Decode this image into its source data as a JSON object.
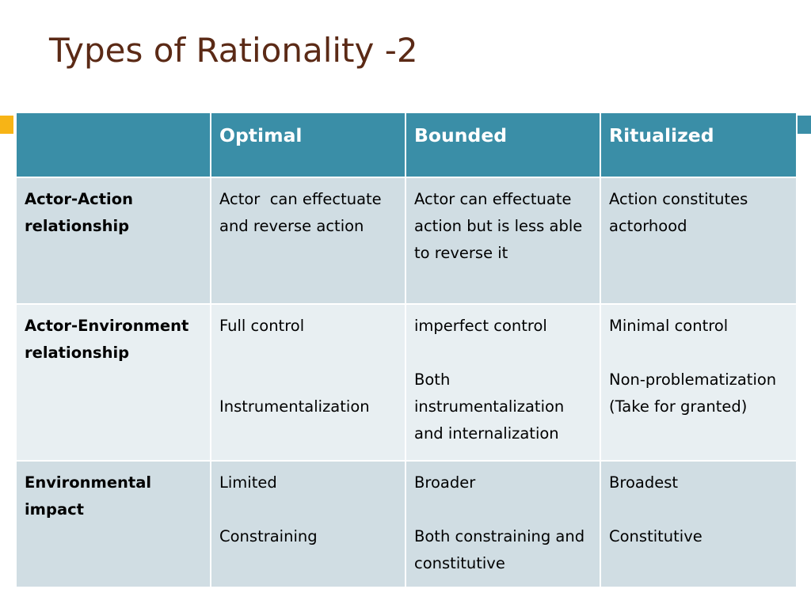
{
  "slide": {
    "title": "Types of Rationality -2"
  },
  "table": {
    "header": {
      "corner": "",
      "optimal": "Optimal",
      "bounded": "Bounded",
      "ritualized": "Ritualized"
    },
    "rows": [
      {
        "label": "Actor-Action relationship",
        "optimal": "Actor  can effectuate and reverse action",
        "bounded": "Actor can effectuate action but is less able to reverse it",
        "ritualized": "Action constitutes actorhood"
      },
      {
        "label": "Actor-Environment relationship",
        "optimal": [
          "Full control",
          "Instrumentalization"
        ],
        "bounded": [
          "imperfect control",
          "Both instrumentalization and internalization"
        ],
        "ritualized": [
          "Minimal control",
          "Non-problematization (Take for granted)"
        ]
      },
      {
        "label": "Environmental impact",
        "optimal": [
          "Limited",
          "Constraining"
        ],
        "bounded": [
          "Broader",
          "Both constraining and constitutive"
        ],
        "ritualized": [
          "Broadest",
          "Constitutive"
        ]
      }
    ]
  },
  "colors": {
    "title": "#5b2a16",
    "header_bg": "#3a8ea7",
    "row_dark": "#d0dde3",
    "row_light": "#e8eff2",
    "accent_yellow": "#f7b416",
    "accent_teal": "#3a8ea7"
  }
}
